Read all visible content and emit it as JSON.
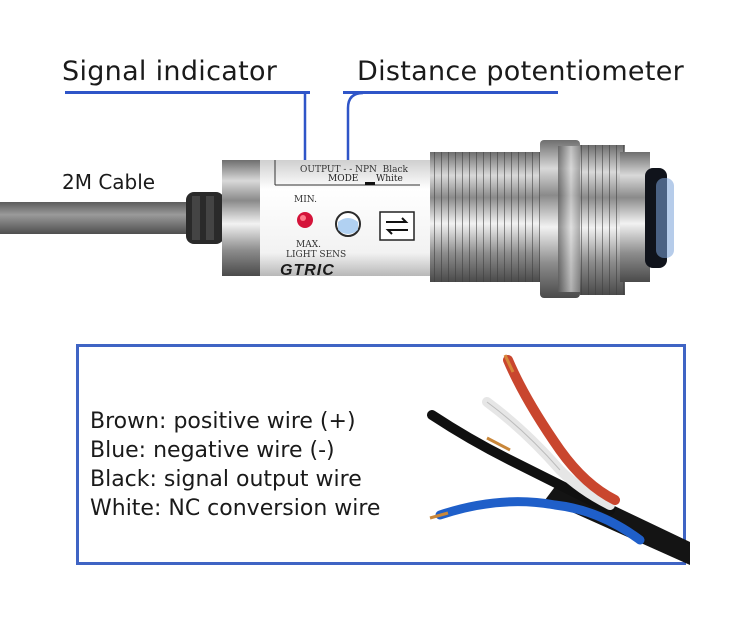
{
  "callouts": {
    "signal_indicator": "Signal indicator",
    "distance_potentiometer": "Distance potentiometer",
    "cable": "2M Cable"
  },
  "sensor_body": {
    "brand": "GTRIC",
    "min_label": "MIN.",
    "max_label": "MAX.",
    "light_sens_label": "LIGHT SENS",
    "mode_label": "MODE",
    "white_label": "White"
  },
  "wire_legend": [
    "Brown: positive wire (+)",
    "Blue: negative wire (-)",
    "Black: signal output wire",
    "White: NC conversion wire"
  ],
  "colors": {
    "accent": "#2f55c8",
    "box_border": "#3f64c4",
    "indicator_led": "#d4143a",
    "wire_brown": "#c8442b",
    "wire_blue": "#2b6fd6",
    "wire_black": "#111111",
    "wire_white": "#eeeeee"
  }
}
